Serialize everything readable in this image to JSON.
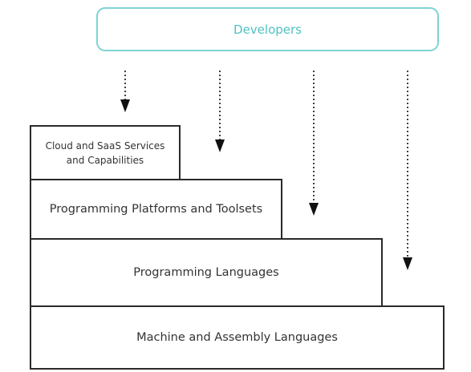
{
  "diagram": {
    "developers_label": "Developers",
    "layers": [
      {
        "label_line1": "Cloud and SaaS Services",
        "label_line2": "and Capabilities"
      },
      {
        "label": "Programming Platforms and Toolsets"
      },
      {
        "label": "Programming Languages"
      },
      {
        "label": "Machine and Assembly Languages"
      }
    ],
    "colors": {
      "accent": "#4fc2c2",
      "accent_border": "#7fd3d3",
      "layer_border": "#2a2a2a",
      "text": "#333333",
      "arrow": "#111111"
    }
  }
}
